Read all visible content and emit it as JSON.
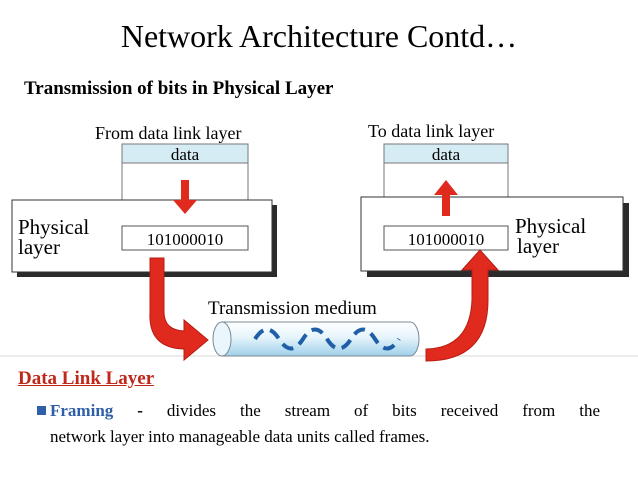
{
  "slide": {
    "title": "Network Architecture Contd…",
    "subtitle": "Transmission of bits in Physical Layer"
  },
  "diagram": {
    "left_header": "From data link layer",
    "right_header": "To data link layer",
    "left_data_label": "data",
    "right_data_label": "data",
    "left_layer_label": [
      "Physical",
      "layer"
    ],
    "right_layer_label": [
      "Physical",
      "layer"
    ],
    "left_bits": "101000010",
    "right_bits": "101000010",
    "medium_label": "Transmission medium",
    "colors": {
      "arrow": "#e02a1e",
      "data_box": "#d6ecf4",
      "signal_wave": "#1f5fa8"
    }
  },
  "section": {
    "heading": "Data Link Layer",
    "bullet_term": "Framing",
    "bullet_dash": "-",
    "bullet_line1": "divides the stream of bits received from the",
    "bullet_line2": "network layer into manageable data units called frames."
  }
}
